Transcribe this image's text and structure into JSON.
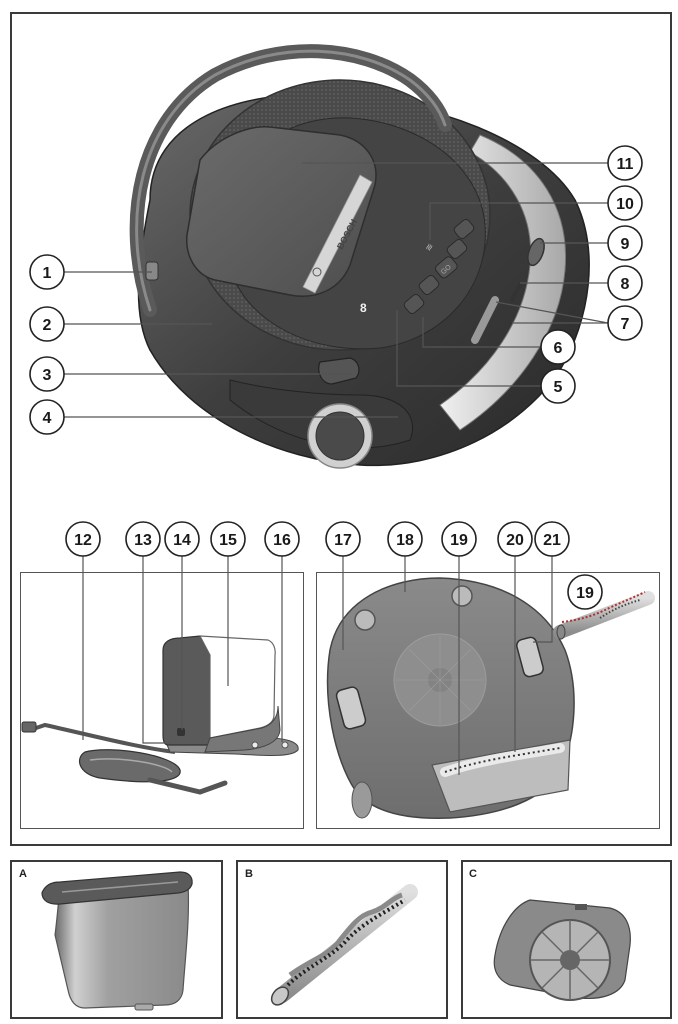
{
  "figure": {
    "main_callouts": [
      {
        "num": "1",
        "target": "side-latch"
      },
      {
        "num": "2",
        "target": "carry-handle"
      },
      {
        "num": "3",
        "target": "front-button"
      },
      {
        "num": "4",
        "target": "front-bumper"
      },
      {
        "num": "5",
        "target": "status-icons"
      },
      {
        "num": "6",
        "target": "control-button"
      },
      {
        "num": "7",
        "target": "side-vents"
      },
      {
        "num": "8",
        "target": "side-slot"
      },
      {
        "num": "9",
        "target": "side-socket"
      },
      {
        "num": "10",
        "target": "wifi-indicator"
      },
      {
        "num": "11",
        "target": "top-lid"
      }
    ],
    "dock_callouts": [
      "12",
      "13",
      "14",
      "15",
      "16"
    ],
    "underside_callouts": [
      "17",
      "18",
      "19",
      "20",
      "21"
    ],
    "brush_inset_callout": "19",
    "brand_logo": "BOSCH",
    "panel_text": {
      "display": "8",
      "go_button": "GO"
    }
  },
  "accessories": [
    {
      "label": "A",
      "item": "water-tank"
    },
    {
      "label": "B",
      "item": "brush-roll"
    },
    {
      "label": "C",
      "item": "filter"
    }
  ],
  "colors": {
    "frame": "#3a3a3a",
    "body_dark": "#4a4a4a",
    "body_mid": "#7a7a7a",
    "body_light": "#d8d8d8",
    "bristle_red": "#b03030"
  }
}
